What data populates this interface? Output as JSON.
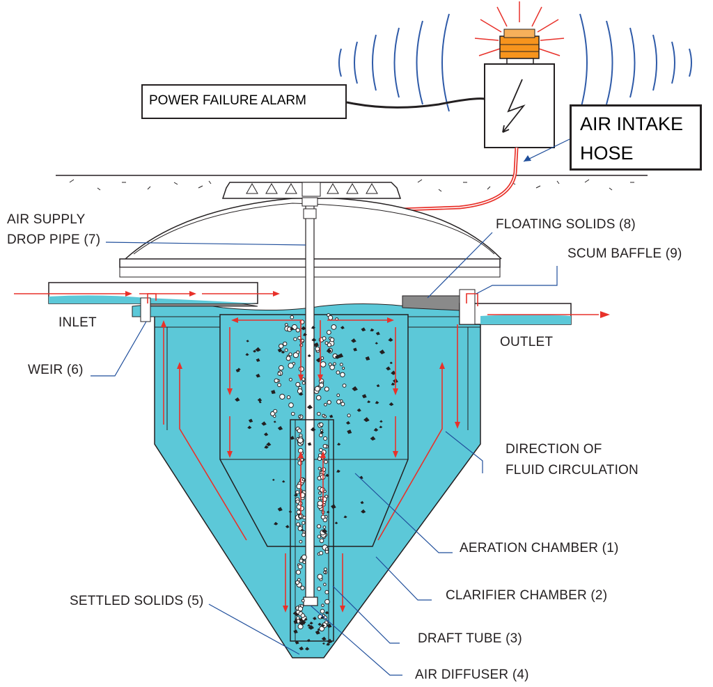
{
  "labels": {
    "power_failure_alarm": "POWER FAILURE ALARM",
    "air_intake_hose_line1": "AIR INTAKE",
    "air_intake_hose_line2": "HOSE",
    "air_supply_line1": "AIR SUPPLY",
    "air_supply_line2": "DROP PIPE (7)",
    "floating_solids": "FLOATING SOLIDS (8)",
    "scum_baffle": "SCUM BAFFLE (9)",
    "inlet": "INLET",
    "outlet": "OUTLET",
    "weir": "WEIR (6)",
    "direction_line1": "DIRECTION OF",
    "direction_line2": "FLUID CIRCULATION",
    "aeration_chamber": "AERATION CHAMBER (1)",
    "clarifier_chamber": "CLARIFIER CHAMBER (2)",
    "settled_solids": "SETTLED SOLIDS (5)",
    "draft_tube": "DRAFT TUBE (3)",
    "air_diffuser": "AIR DIFFUSER (4)"
  },
  "colors": {
    "water": "#5cc8d8",
    "water_edge": "#231f20",
    "flow_arrow": "#e8312a",
    "leader_line": "#1f4e9b",
    "alarm_beacon": "#f7941d",
    "alarm_rays": "#e8312a",
    "signal_waves": "#2e5aa8",
    "hose": "#e8312a",
    "ink": "#231f20"
  }
}
